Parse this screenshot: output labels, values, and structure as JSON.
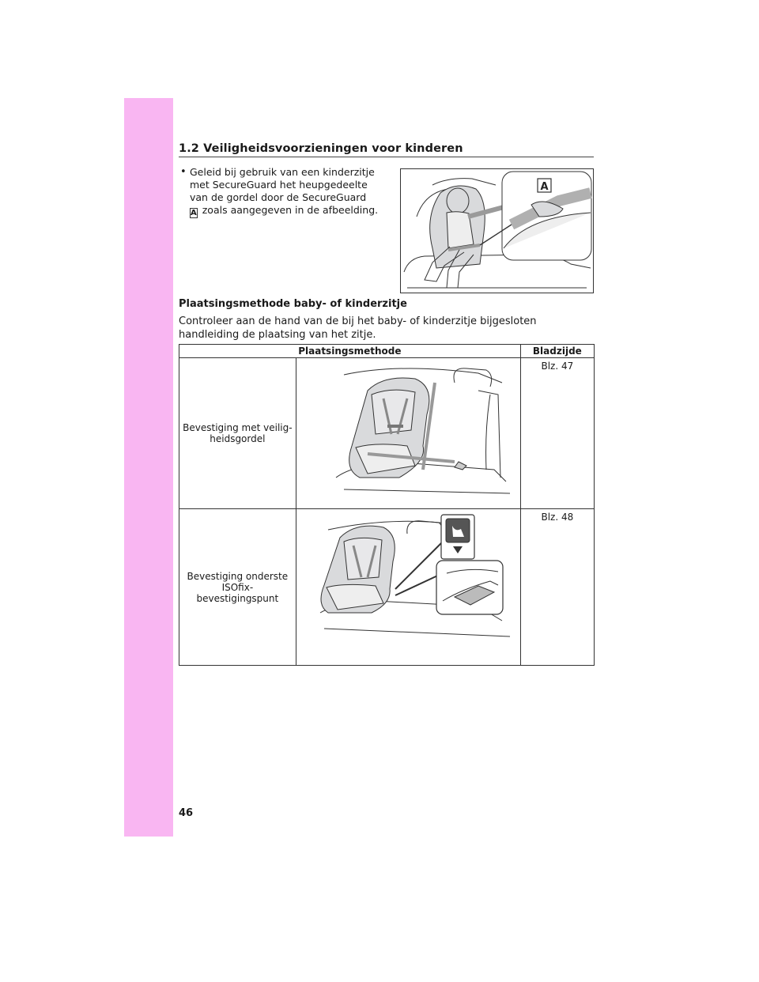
{
  "section": {
    "title": "1.2 Veiligheidsvoorzieningen voor kinderen"
  },
  "bullet": {
    "marker": "•",
    "line1": "Geleid bij gebruik van een kinderzitje met SecureGuard het heupgedeelte van de gordel door de SecureGuard",
    "badge": "A",
    "line2": "zoals aangegeven in de afbeelding."
  },
  "figure1": {
    "callout": "A"
  },
  "subheading": "Plaatsingsmethode baby- of kinderzitje",
  "intro": "Controleer aan de hand van de bij het baby- of kinderzitje bijgesloten handleiding de plaatsing van het zitje.",
  "table": {
    "headers": [
      "Plaatsingsmethode",
      "Bladzijde"
    ],
    "rows": [
      {
        "label": "Bevestiging met veilig-heidsgordel",
        "page": "Blz. 47"
      },
      {
        "label": "Bevestiging onderste ISOfix-bevestigingspunt",
        "page": "Blz. 48"
      }
    ]
  },
  "page_number": "46",
  "colors": {
    "side_tab": "#f9b6f2",
    "seat_fill": "#d9dadc",
    "line": "#333333"
  }
}
